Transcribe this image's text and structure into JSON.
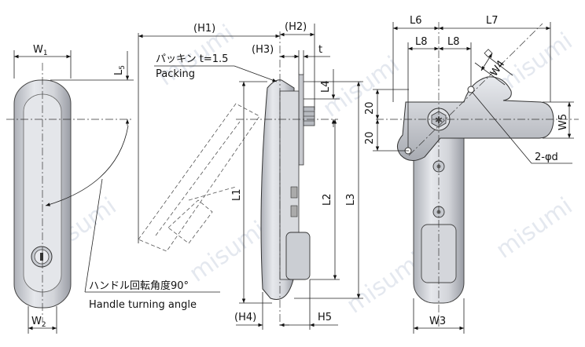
{
  "watermark": "misumi",
  "left_view": {
    "width_label": "W",
    "width_sub": "1",
    "l5_label": "L",
    "l5_sub": "5",
    "w2_label": "W",
    "w2_sub": "2",
    "rotation_note_jp": "ハンドル回転角度90°",
    "rotation_note_en": "Handle turning angle"
  },
  "middle_view": {
    "h1": "(H1)",
    "h2": "(H2)",
    "h3": "(H3)",
    "t": "t",
    "packing_jp": "パッキン t=1.5",
    "packing_en": "Packing",
    "l1": "L1",
    "l2": "L2",
    "l3": "L3",
    "l4": "L4",
    "h4": "(H4)",
    "h5": "H5"
  },
  "right_view": {
    "l6": "L6",
    "l7": "L7",
    "l8a": "L8",
    "l8b": "L8",
    "w4": "W4",
    "w5": "W5",
    "w3": "W3",
    "dim20a": "20",
    "dim20b": "20",
    "hole_label": "2-φd"
  },
  "colors": {
    "line": "#222222",
    "fill_light": "#d9dbe0",
    "fill_mid": "#bfc2c8",
    "fill_dark": "#8e9199",
    "watermark": "#cfd6e2"
  }
}
